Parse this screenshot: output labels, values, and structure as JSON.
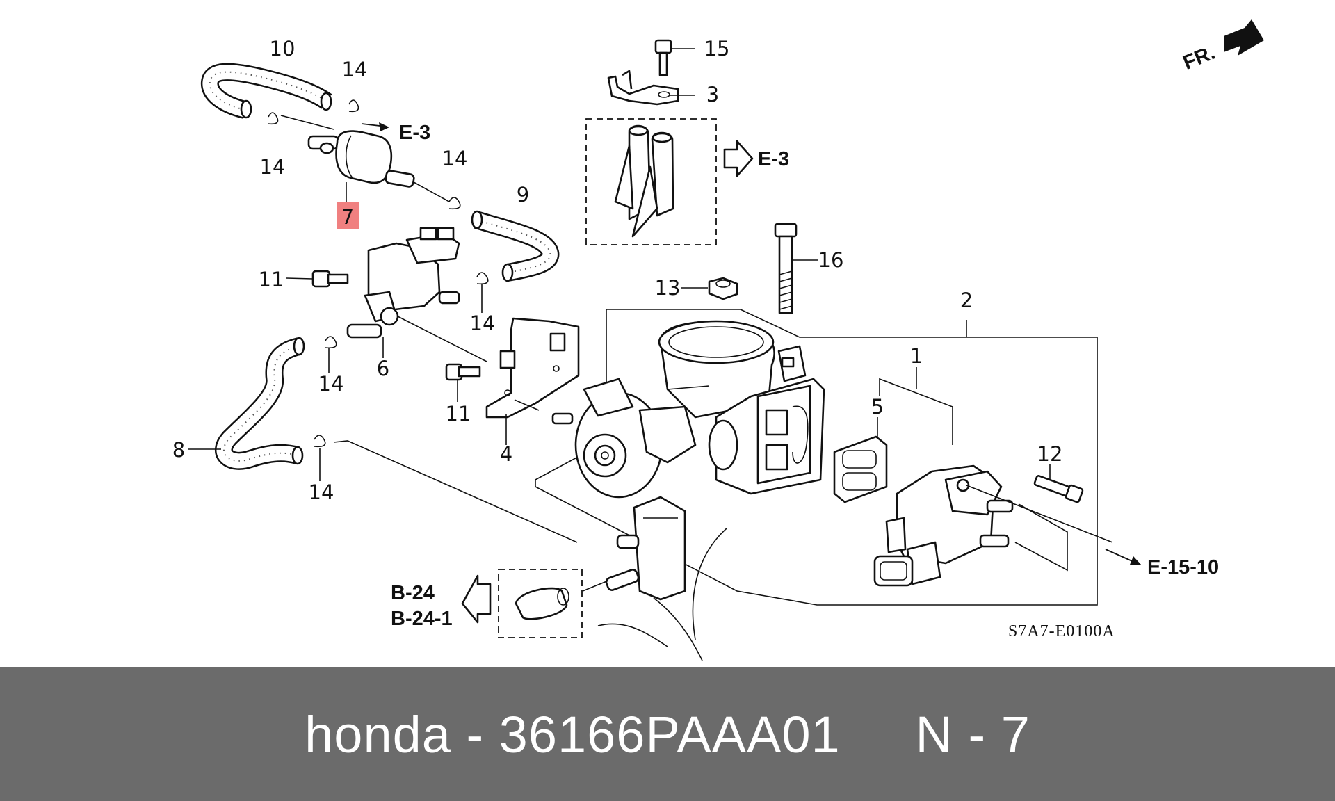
{
  "diagram": {
    "callouts": {
      "c1": "1",
      "c2": "2",
      "c3": "3",
      "c4": "4",
      "c5": "5",
      "c6": "6",
      "c7": "7",
      "c8": "8",
      "c9": "9",
      "c10": "10",
      "c11a": "11",
      "c11b": "11",
      "c12": "12",
      "c13": "13",
      "c14a": "14",
      "c14b": "14",
      "c14c": "14",
      "c14d": "14",
      "c14e": "14",
      "c14f": "14",
      "c15": "15",
      "c16": "16"
    },
    "references": {
      "e3a": "E-3",
      "e3b": "E-3",
      "e1510": "E-15-10",
      "b24": "B-24",
      "b241": "B-24-1"
    },
    "front_marker": "FR.",
    "drawing_code": "S7A7-E0100A",
    "highlight_color": "#f08080"
  },
  "footer": {
    "brand": "honda",
    "separator": "-",
    "part_number": "36166PAAA01",
    "callout_prefix": "N",
    "callout_number": "7",
    "text": "honda - 36166PAAA01     N - 7",
    "background": "#6b6b6b",
    "text_color": "#ffffff"
  }
}
